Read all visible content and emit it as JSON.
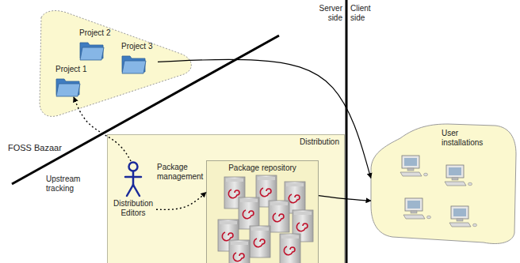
{
  "diagram": {
    "nodes": [
      {
        "text": [
          "Project 2"
        ]
      },
      {
        "text": [
          "Project 3"
        ]
      },
      {
        "text": [
          "Project 1"
        ]
      },
      {
        "text": [
          "User installations"
        ]
      },
      {
        "text": [
          "Distribution"
        ]
      },
      {
        "text": [
          "Package repository"
        ],
        "in": 4
      },
      {
        "text": [
          "Distribution Editors"
        ],
        "in": 4
      }
    ],
    "edges": [
      {
        "from": 1,
        "to": 3,
        "arrow": "to"
      },
      {
        "from": 5,
        "to": 3,
        "arrow": "to"
      },
      {
        "from": 6,
        "to": 2,
        "arrow": "to",
        "label": "Upstream tracking"
      },
      {
        "from": 6,
        "to": 5,
        "arrow": "to",
        "label": "Package management"
      }
    ],
    "labels": [
      "FOSS Bazaar",
      "Server side",
      "Client side"
    ]
  }
}
